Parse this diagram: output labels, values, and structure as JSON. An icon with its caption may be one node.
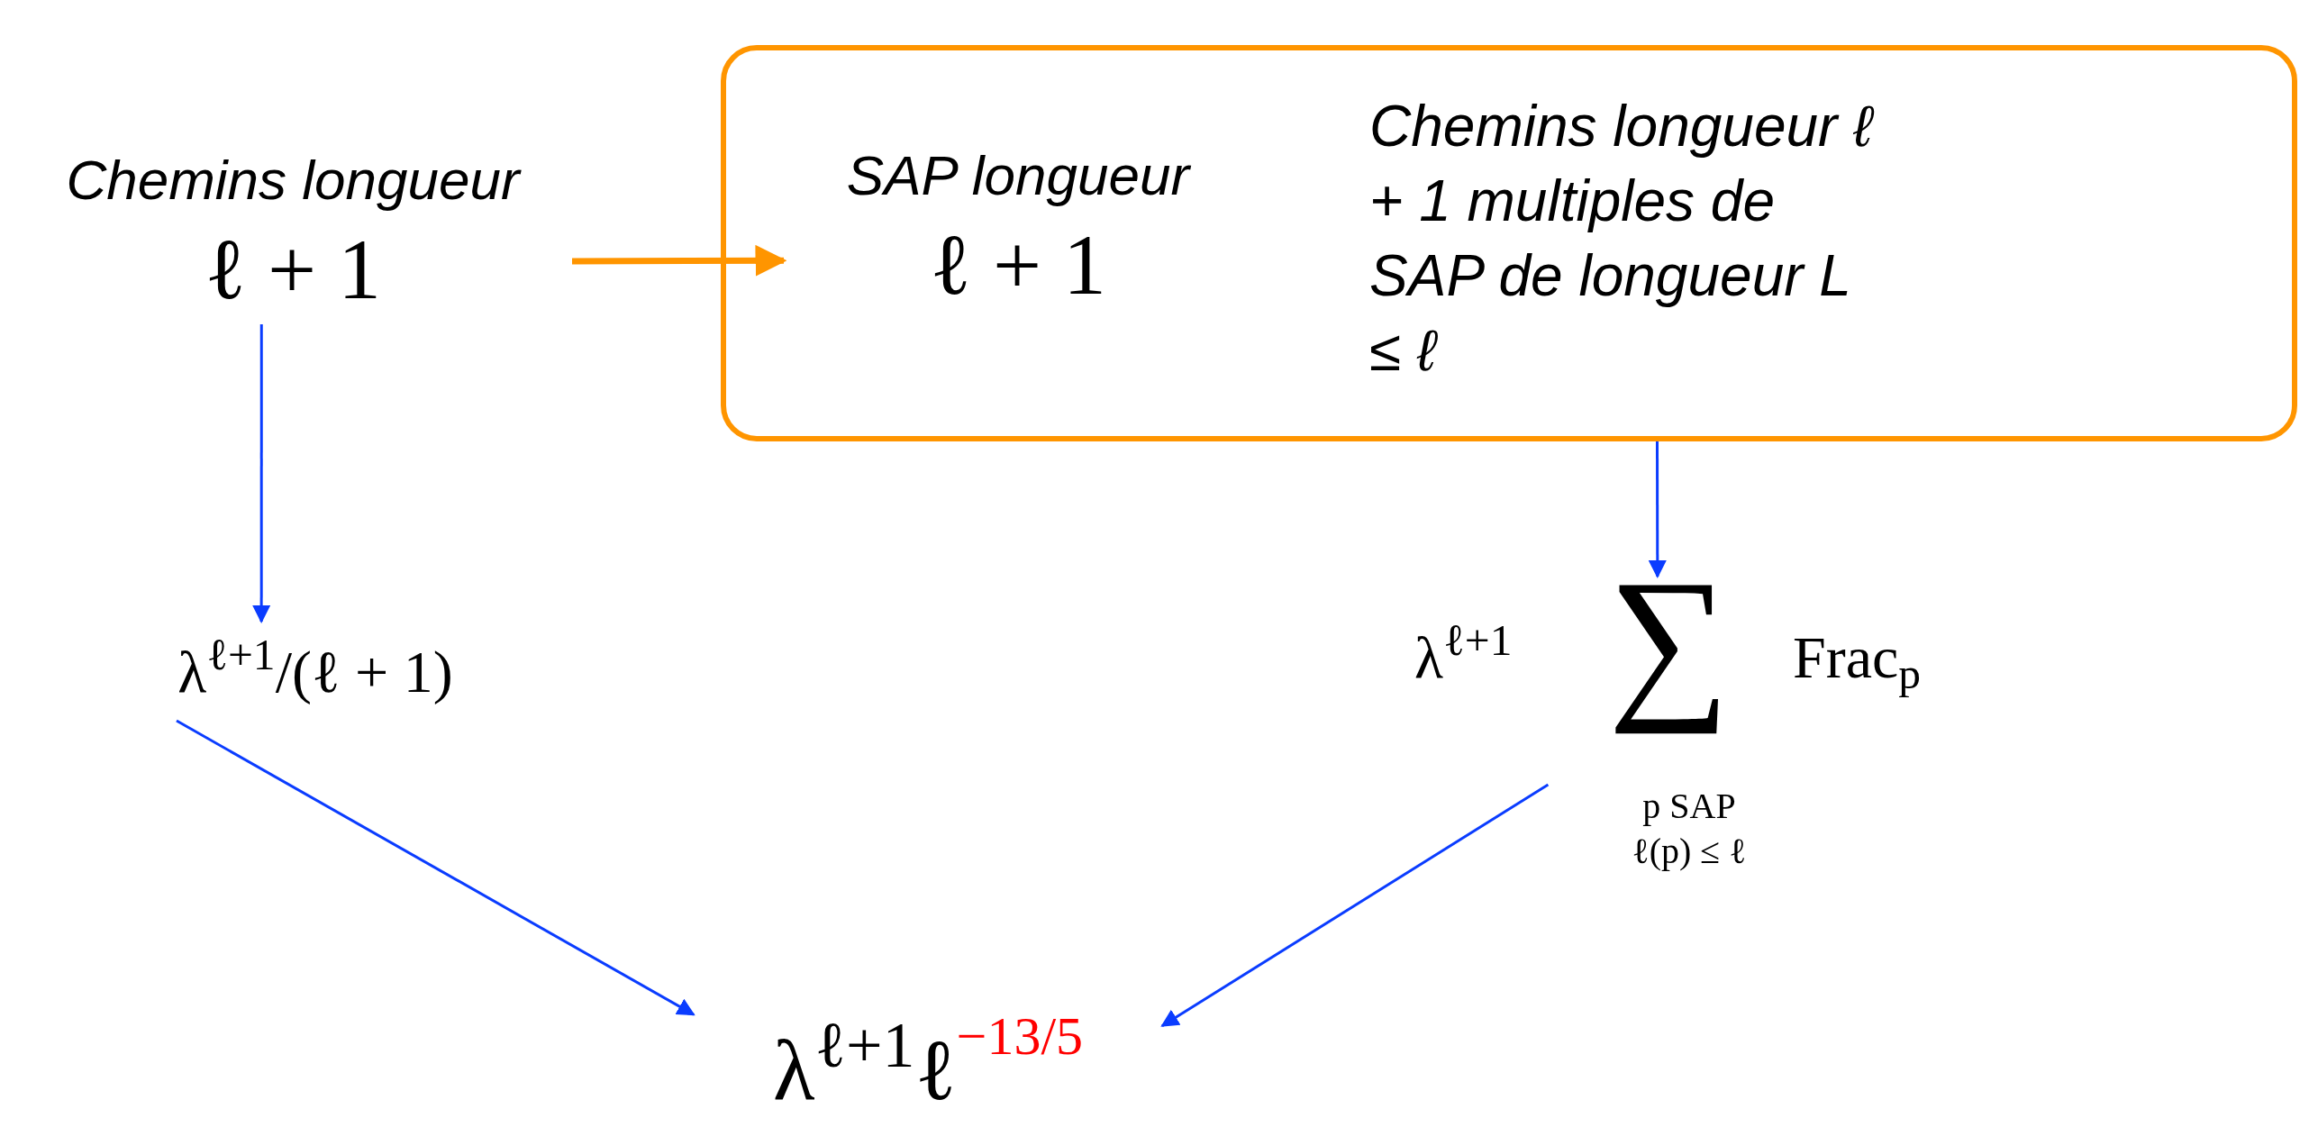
{
  "diagram": {
    "nodes": [
      {
        "text": [
          "Chemins longueur",
          "ℓ + 1"
        ]
      },
      {
        "text": [],
        "shape": "box"
      },
      {
        "text": [
          "SAP longueur",
          "ℓ + 1"
        ],
        "in": 1
      },
      {
        "text": [
          "Chemins longueur ℓ + 1 multiples de SAP de longueur L ≤ ℓ"
        ],
        "in": 1
      },
      {
        "text": [
          "λ$^{ℓ+1}$/(ℓ + 1)"
        ]
      },
      {
        "text": [
          "λ$^{ℓ+1}$",
          "∑",
          "Frac$_{p}$",
          "p SAP",
          "ℓ(p) ≤ ℓ"
        ]
      },
      {
        "text": [
          "λ$^{ℓ+1}$ℓ",
          "−13/5"
        ]
      }
    ],
    "edges": [
      {
        "from": 0,
        "to": 2,
        "arrow": "to",
        "style": "thick",
        "color": "#ff9500"
      },
      {
        "from": 0,
        "to": 4,
        "arrow": "to"
      },
      {
        "from": 1,
        "to": 5,
        "arrow": "to"
      },
      {
        "from": 4,
        "to": 6,
        "arrow": "to"
      },
      {
        "from": 5,
        "to": 6,
        "arrow": "to"
      }
    ]
  }
}
